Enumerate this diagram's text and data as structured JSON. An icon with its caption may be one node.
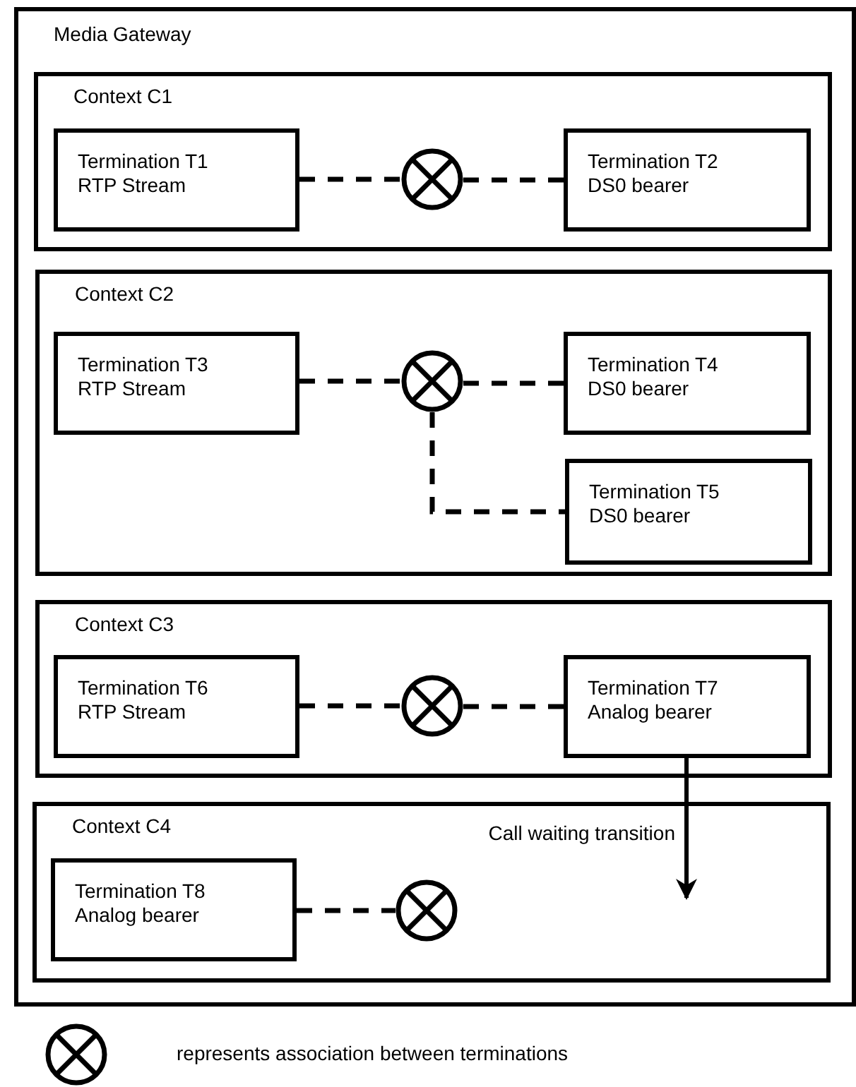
{
  "diagram": {
    "nodes": [
      {
        "text": [
          "Media Gateway"
        ]
      },
      {
        "text": [
          "Context C1"
        ],
        "in": 0
      },
      {
        "text": [
          "Termination T1",
          "RTP Stream"
        ],
        "in": 1
      },
      {
        "text": [],
        "shape": "circle",
        "in": 1
      },
      {
        "text": [
          "Termination T2",
          "DS0 bearer"
        ],
        "in": 1
      },
      {
        "text": [
          "Context C2"
        ],
        "in": 0
      },
      {
        "text": [
          "Termination T3",
          "RTP Stream"
        ],
        "in": 5
      },
      {
        "text": [],
        "shape": "circle",
        "in": 5
      },
      {
        "text": [
          "Termination T4",
          "DS0 bearer"
        ],
        "in": 5
      },
      {
        "text": [
          "Termination T5",
          "DS0 bearer"
        ],
        "in": 5
      },
      {
        "text": [
          "Context C3"
        ],
        "in": 0
      },
      {
        "text": [
          "Termination T6",
          "RTP Stream"
        ],
        "in": 10
      },
      {
        "text": [],
        "shape": "circle",
        "in": 10
      },
      {
        "text": [
          "Termination T7",
          "Analog bearer"
        ],
        "in": 10
      },
      {
        "text": [
          "Context C4"
        ],
        "in": 0
      },
      {
        "text": [
          "Termination T8",
          "Analog bearer"
        ],
        "in": 14
      },
      {
        "text": [],
        "shape": "circle",
        "in": 14
      }
    ],
    "edges": [
      {
        "from": 2,
        "to": 3,
        "arrow": "none",
        "style": "dashed"
      },
      {
        "from": 3,
        "to": 4,
        "arrow": "none",
        "style": "dashed"
      },
      {
        "from": 6,
        "to": 7,
        "arrow": "none",
        "style": "dashed"
      },
      {
        "from": 7,
        "to": 8,
        "arrow": "none",
        "style": "dashed"
      },
      {
        "from": 7,
        "to": 9,
        "arrow": "none",
        "style": "dashed"
      },
      {
        "from": 11,
        "to": 12,
        "arrow": "none",
        "style": "dashed"
      },
      {
        "from": 12,
        "to": 13,
        "arrow": "none",
        "style": "dashed"
      },
      {
        "from": 13,
        "to": null,
        "arrow": "to",
        "label": "Call waiting transition"
      },
      {
        "from": 15,
        "to": 16,
        "arrow": "none",
        "style": "dashed"
      }
    ],
    "legend": [
      {
        "text": "represents association between terminations"
      }
    ]
  }
}
